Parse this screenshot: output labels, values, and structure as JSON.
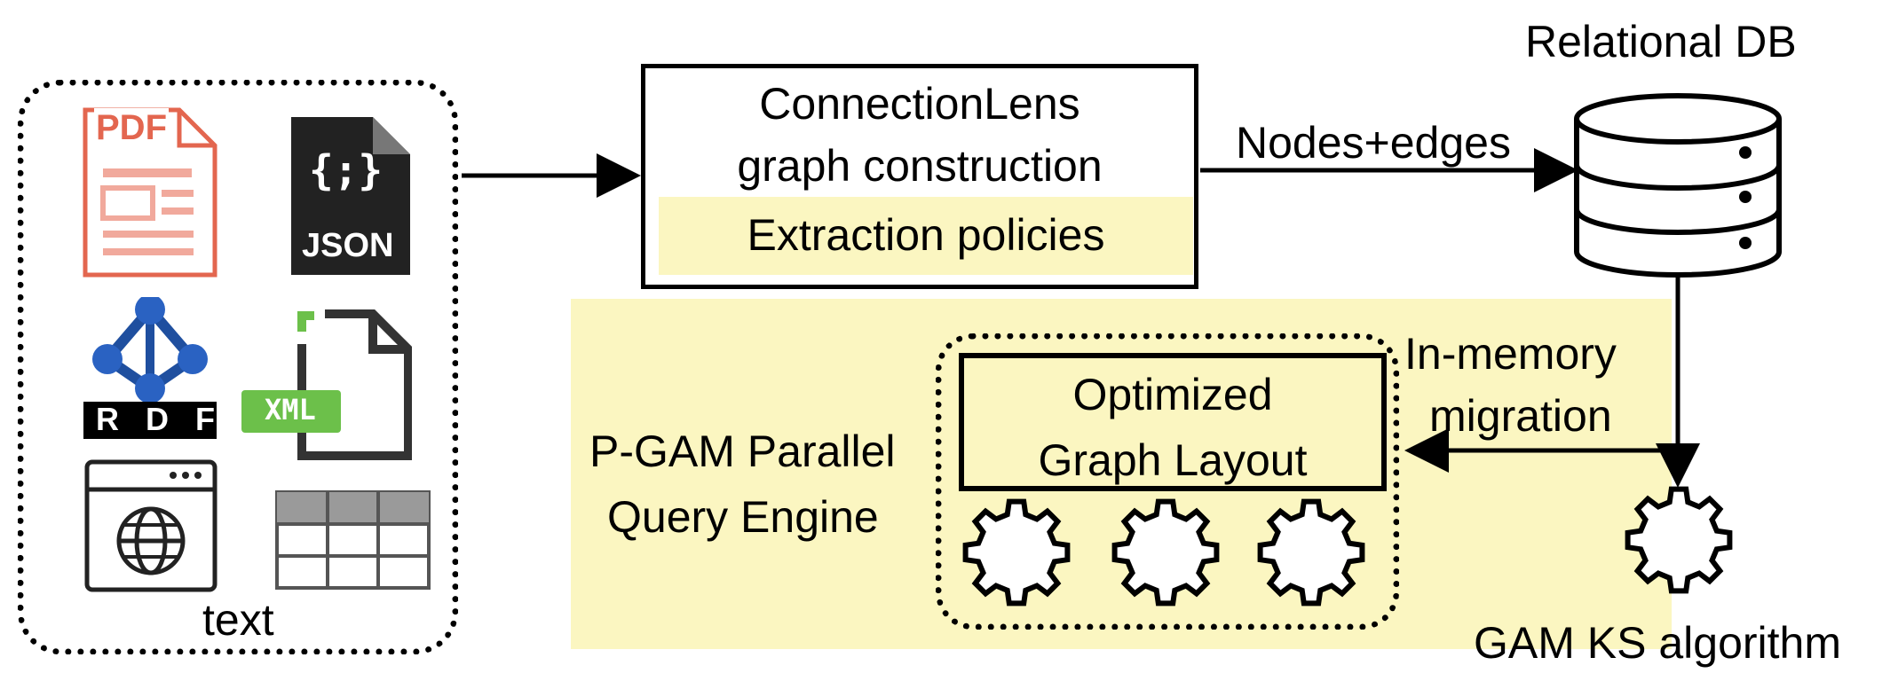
{
  "sources": {
    "pdf_badge": "PDF",
    "json_badge": "JSON",
    "json_glyph": "{;}",
    "rdf_letters": "R D F",
    "xml_badge": "XML",
    "text_label": "text"
  },
  "construction": {
    "title_line1": "ConnectionLens",
    "title_line2": "graph construction",
    "policies_label": "Extraction policies"
  },
  "edges": {
    "nodes_edges": "Nodes+edges",
    "migration_line1": "In-memory",
    "migration_line2": "migration"
  },
  "database": {
    "label": "Relational DB"
  },
  "engine": {
    "label_line1": "P-GAM Parallel",
    "label_line2": "Query Engine",
    "layout_line1": "Optimized",
    "layout_line2": "Graph Layout"
  },
  "algorithm": {
    "label": "GAM KS algorithm"
  },
  "colors": {
    "highlight": "#fbf6c1",
    "pdf_red": "#e3664f",
    "xml_green": "#6cc04a",
    "rdf_blue": "#1f4f9f"
  }
}
